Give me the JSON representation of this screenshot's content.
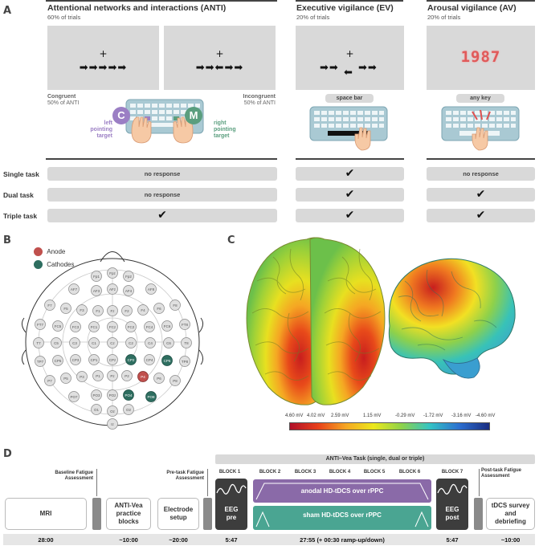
{
  "panel_a": {
    "label": "A",
    "anti": {
      "title": "Attentional networks and interactions (ANTI)",
      "share": "60% of trials"
    },
    "ev": {
      "title": "Executive vigilance (EV)",
      "share": "20% of trials"
    },
    "av": {
      "title": "Arousal vigilance (AV)",
      "share": "20% of trials"
    },
    "congruent": {
      "label": "Congruent",
      "share": "50% of ANTI",
      "arrows": "➡➡➡➡➡",
      "fixation": "+"
    },
    "incongruent": {
      "label": "Incongruent",
      "share": "50% of ANTI",
      "arrows": "➡➡⬅➡➡",
      "fixation": "+"
    },
    "ev_stimulus": {
      "arrows_top": "➡➡",
      "arrow_down": "⬅",
      "arrows_right": "➡➡",
      "fixation": "+"
    },
    "av_counter": "1987",
    "keys": {
      "left_letter": "C",
      "right_letter": "M",
      "left_target": "left\npointing\ntarget",
      "right_target": "right\npointing\ntarget",
      "ev_key": "space bar",
      "av_key": "any key"
    },
    "rows": [
      {
        "label": "Single task",
        "anti": "no response",
        "ev": "✔",
        "av": "no response"
      },
      {
        "label": "Dual task",
        "anti": "no response",
        "ev": "✔",
        "av": "✔"
      },
      {
        "label": "Triple task",
        "anti": "✔",
        "ev": "✔",
        "av": "✔"
      }
    ],
    "colors": {
      "purple": "#9b7fc4",
      "green": "#5a9e7e"
    }
  },
  "panel_b": {
    "label": "B",
    "legend": [
      {
        "name": "Anode",
        "color": "#c0504d"
      },
      {
        "name": "Cathodes",
        "color": "#2e6e60"
      }
    ],
    "electrodes": [
      "Fpz",
      "Fp1",
      "Fp2",
      "AF7",
      "AF3",
      "AFz",
      "AF4",
      "AF8",
      "F7",
      "F5",
      "F3",
      "F1",
      "Fz",
      "F2",
      "F4",
      "F6",
      "F8",
      "FT7",
      "FC5",
      "FC3",
      "FC1",
      "FCz",
      "FC2",
      "FC4",
      "FC6",
      "FT8",
      "T7",
      "C5",
      "C3",
      "C1",
      "Cz",
      "C2",
      "C4",
      "C6",
      "T8",
      "TP7",
      "CP5",
      "CP3",
      "CP1",
      "CPz",
      "CP2",
      "CP4",
      "CP6",
      "TP8",
      "P7",
      "P5",
      "P3",
      "P1",
      "Pz",
      "P2",
      "P4",
      "P6",
      "P8",
      "PO7",
      "PO3",
      "POz",
      "PO4",
      "PO8",
      "O1",
      "Oz",
      "O2",
      "Iz"
    ],
    "anode": "P4",
    "cathodes": [
      "CP2",
      "CP6",
      "PO4",
      "PO8"
    ]
  },
  "panel_c": {
    "label": "C",
    "colorbar_ticks": [
      "4.60 mV",
      "4.02 mV",
      "2.59 mV",
      "1.15 mV",
      "-0.29 mV",
      "-1.72 mV",
      "-3.16 mV",
      "-4.60 mV"
    ]
  },
  "panel_d": {
    "label": "D",
    "task_banner": "ANTI–Vea Task (single, dual or triple)",
    "baseline": "Baseline Fatigue\nAssessment",
    "pretask": "Pre-task Fatigue\nAssessment",
    "posttask": "Post-task Fatigue\nAssessment",
    "mri": "MRI",
    "practice": "ANTI-Vea\npractice\nblocks",
    "electrode": "Electrode\nsetup",
    "eeg_pre": "EEG\npre",
    "eeg_post": "EEG\npost",
    "survey": "tDCS survey\nand\ndebriefing",
    "blocks": [
      "BLOCK 1",
      "BLOCK 2",
      "BLOCK 3",
      "BLOCK 4",
      "BLOCK 5",
      "BLOCK 6",
      "BLOCK 7"
    ],
    "anodal": "anodal HD-tDCS over rPPC",
    "sham": "sham HD-tDCS over rPPC",
    "times": {
      "mri": "28:00",
      "practice": "~10:00",
      "electrode": "~20:00",
      "eeg_pre": "5:47",
      "stim": "27:55 (+ 00:30 ramp-up/down)",
      "eeg_post": "5:47",
      "survey": "~10:00"
    },
    "colors": {
      "anodal": "#8a6aa8",
      "sham": "#4aa592"
    }
  }
}
